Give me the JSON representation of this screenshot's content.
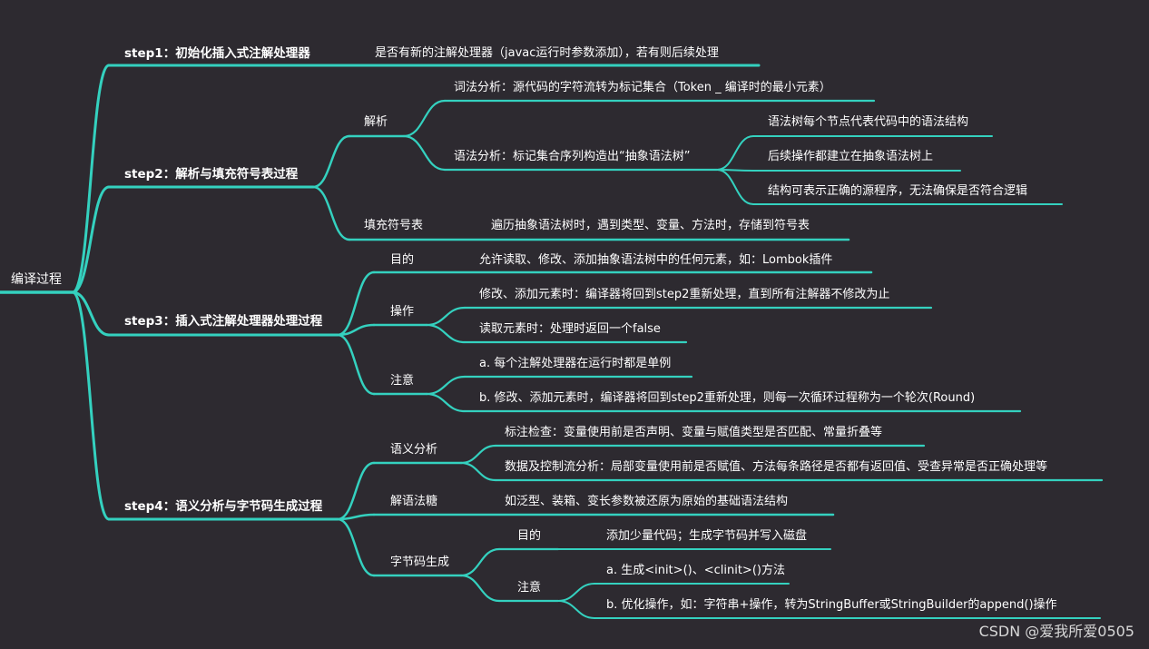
{
  "mindmap": {
    "line_color": "#34d1bf",
    "background": "#2d2a30",
    "root": "编译过程",
    "steps": [
      {
        "label": "step1：初始化插入式注解处理器",
        "note": "是否有新的注解处理器（javac运行时参数添加），若有则后续处理"
      },
      {
        "label": "step2：解析与填充符号表过程",
        "parse": {
          "label": "解析",
          "lexical": "词法分析：源代码的字符流转为标记集合（Token _ 编译时的最小元素）",
          "syntax": "语法分析：标记集合序列构造出“抽象语法树”",
          "syntax_points": [
            "语法树每个节点代表代码中的语法结构",
            "后续操作都建立在抽象语法树上",
            "结构可表示正确的源程序，无法确保是否符合逻辑"
          ]
        },
        "fill": {
          "label": "填充符号表",
          "detail": "遍历抽象语法树时，遇到类型、变量、方法时，存储到符号表"
        }
      },
      {
        "label": "step3：插入式注解处理器处理过程",
        "purpose": {
          "label": "目的",
          "detail": "允许读取、修改、添加抽象语法树中的任何元素，如：Lombok插件"
        },
        "operation": {
          "label": "操作",
          "items": [
            "修改、添加元素时：编译器将回到step2重新处理，直到所有注解器不修改为止",
            "读取元素时：处理时返回一个false"
          ]
        },
        "attention": {
          "label": "注意",
          "items": [
            "a. 每个注解处理器在运行时都是单例",
            "b. 修改、添加元素时，编译器将回到step2重新处理，则每一次循环过程称为一个轮次(Round)"
          ]
        }
      },
      {
        "label": "step4：语义分析与字节码生成过程",
        "semantic": {
          "label": "语义分析",
          "items": [
            "标注检查：变量使用前是否声明、变量与赋值类型是否匹配、常量折叠等",
            "数据及控制流分析：局部变量使用前是否赋值、方法每条路径是否都有返回值、受查异常是否正确处理等"
          ]
        },
        "desugar": {
          "label": "解语法糖",
          "detail": "如泛型、装箱、变长参数被还原为原始的基础语法结构"
        },
        "bytecode": {
          "label": "字节码生成",
          "purpose_label": "目的",
          "purpose": "添加少量代码；生成字节码并写入磁盘",
          "attention_label": "注意",
          "attention_items": [
            "a. 生成<init>()、<clinit>()方法",
            "b. 优化操作，如：字符串+操作，转为StringBuffer或StringBuilder的append()操作"
          ]
        }
      }
    ]
  },
  "watermark": "CSDN @爱我所爱0505"
}
